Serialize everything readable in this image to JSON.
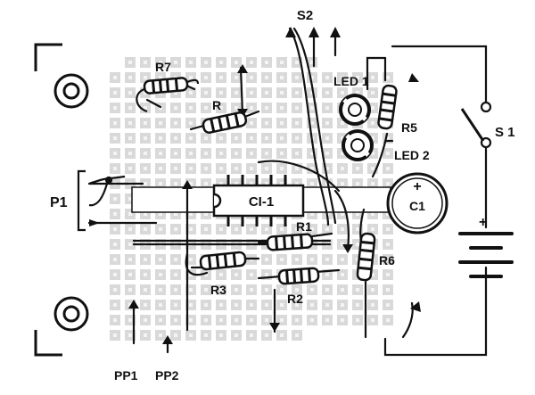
{
  "colors": {
    "ink": "#111111",
    "paper": "#ffffff",
    "pad": "#d9d9d9",
    "pad_hole": "#f4f4f4"
  },
  "labels": {
    "s2": "S2",
    "r7": "R7",
    "r": "R",
    "led1": "LED 1",
    "r5": "R5",
    "s1": "S 1",
    "led2": "LED 2",
    "p1": "P1",
    "ci1": "CI-1",
    "c1": "C1",
    "c1_plus": "+",
    "battery_plus": "+",
    "r1": "R1",
    "r6": "R6",
    "r3": "R3",
    "r2": "R2",
    "pp1": "PP1",
    "pp2": "PP2"
  }
}
